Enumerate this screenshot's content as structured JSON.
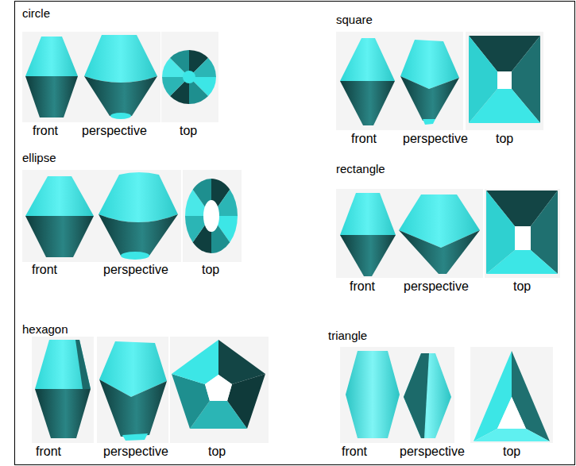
{
  "diagram": {
    "labels": [
      "circle",
      "front",
      "perspective",
      "top",
      "square",
      "front",
      "perspective",
      "top",
      "ellipse",
      "front",
      "perspective",
      "top",
      "rectangle",
      "front",
      "perspective",
      "top",
      "hexagon",
      "front",
      "perspective",
      "top",
      "triangle",
      "front",
      "perspective",
      "top"
    ]
  }
}
